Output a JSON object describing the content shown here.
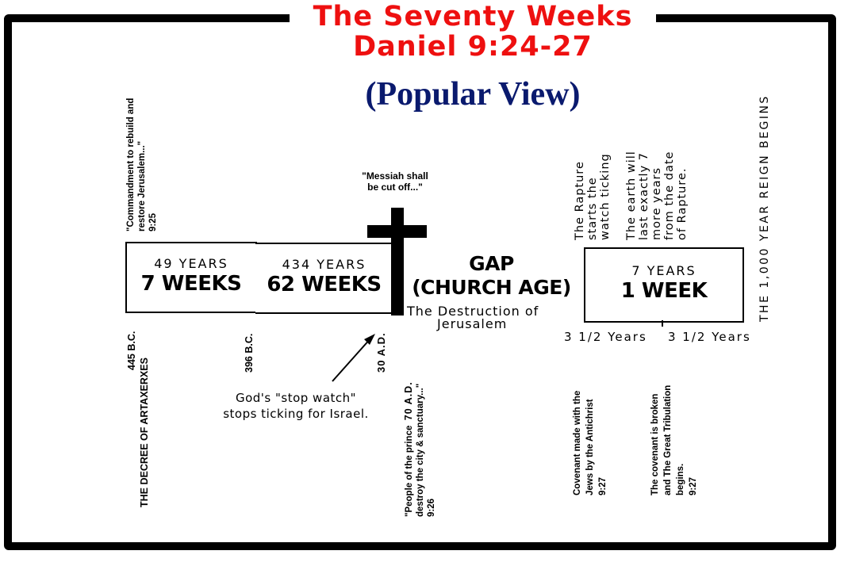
{
  "header": {
    "title_line1": "The Seventy Weeks",
    "title_line2": "Daniel 9:24-27",
    "subtitle": "(Popular View)",
    "title_color": "#ee1010",
    "subtitle_color": "#0a1a6e"
  },
  "timeline": {
    "segments": [
      {
        "years": "49 YEARS",
        "weeks": "7 WEEKS"
      },
      {
        "years": "434 YEARS",
        "weeks": "62 WEEKS"
      },
      {
        "years": "7 YEARS",
        "weeks": "1 WEEK"
      }
    ],
    "gap": {
      "line1": "GAP",
      "line2": "(CHURCH AGE)",
      "caption_line1": "The Destruction of",
      "caption_line2": "Jerusalem"
    },
    "halves": [
      "3 1/2 Years",
      "3 1/2 Years"
    ]
  },
  "markers": {
    "start_date": "445 B.C.",
    "start_label": "THE DECREE OF ARTAXERXES",
    "date_396": "396 B.C.",
    "date_30": "30 A.D.",
    "date_70": "70 A.D."
  },
  "quotes": {
    "commandment": [
      "\"Commandment to rebuild and",
      "restore Jerusalem...\"",
      "9:25"
    ],
    "messiah": [
      "\"Messiah shall",
      "be cut off...\""
    ],
    "people_prince": [
      "\"People of the prince",
      "destroy the city & sanctuary...\"",
      "9:26"
    ],
    "covenant_made": [
      "Covenant made with the",
      "Jews by the Antichrist",
      "9:27"
    ],
    "covenant_broken": [
      "The covenant is broken",
      "and The Great Tribulation",
      "begins.",
      "9:27"
    ]
  },
  "notes": {
    "stop_watch": [
      "God's \"stop watch\"",
      "stops ticking for Israel."
    ],
    "rapture": [
      "The Rapture",
      "starts the",
      "watch ticking"
    ],
    "earth": [
      "The earth will",
      "last exactly 7",
      "more years",
      "from the date",
      "of Rapture."
    ],
    "millennium": "THE 1,000 YEAR REIGN BEGINS"
  }
}
